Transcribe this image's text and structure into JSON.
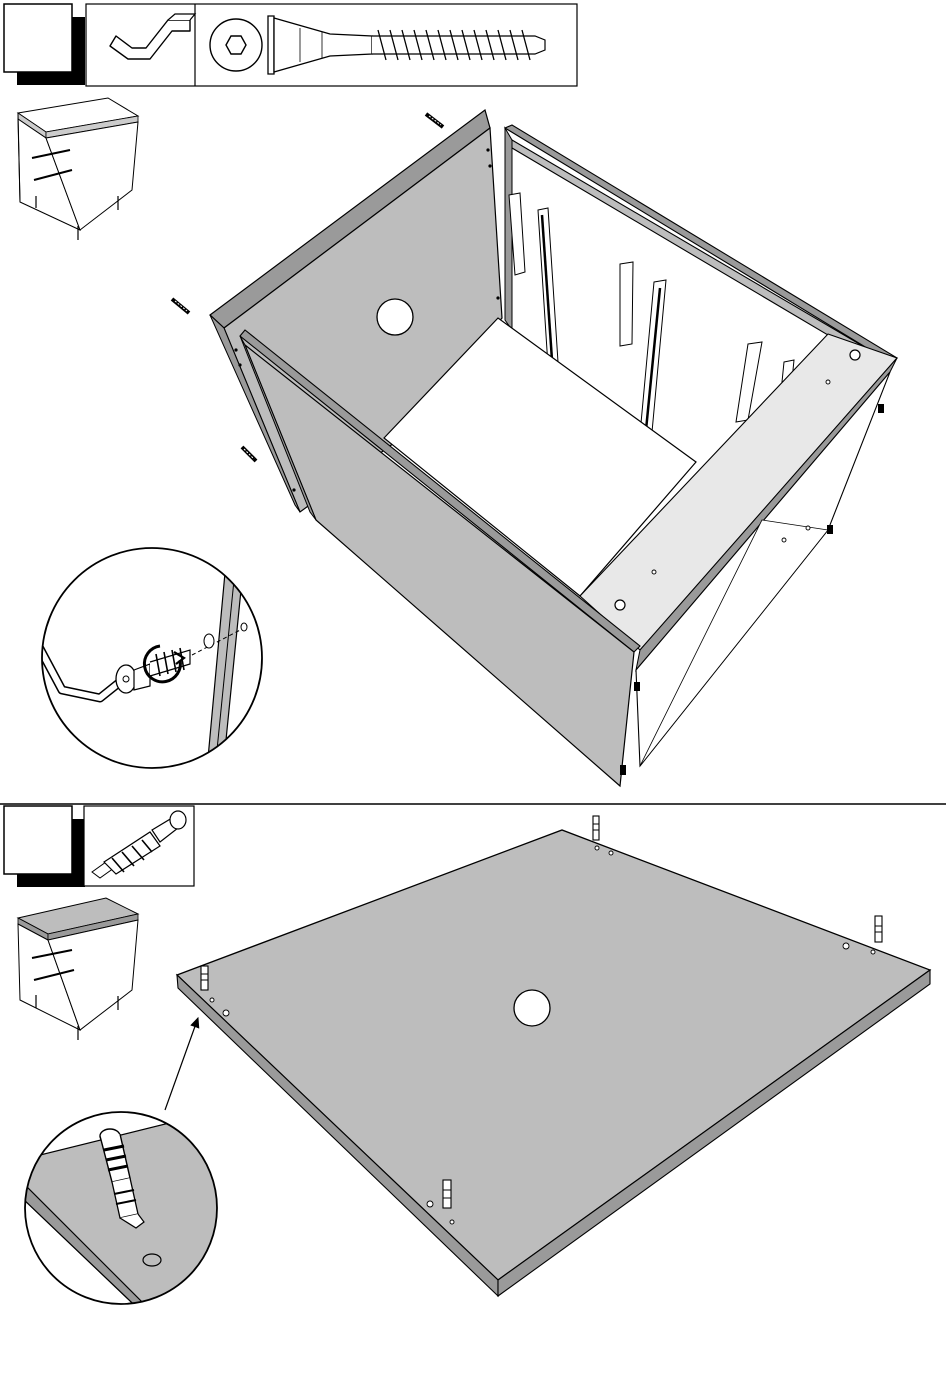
{
  "page": {
    "background": "#ffffff",
    "line_color": "#000000",
    "panel_gray": "#bdbdbd",
    "edge_gray": "#9a9a9a",
    "light_panel": "#e8e8e8"
  },
  "steps": [
    {
      "id": "step-a",
      "number": "",
      "parts_box": [
        "allen-key-icon",
        "cam-screw-icon"
      ],
      "preview": "assembled-cabinet-icon",
      "detail": "screw-tightening-detail"
    },
    {
      "id": "step-b",
      "number": "",
      "parts_box": [
        "dowel-bolt-icon"
      ],
      "preview": "assembled-cabinet-icon",
      "detail": "dowel-insertion-detail"
    }
  ]
}
